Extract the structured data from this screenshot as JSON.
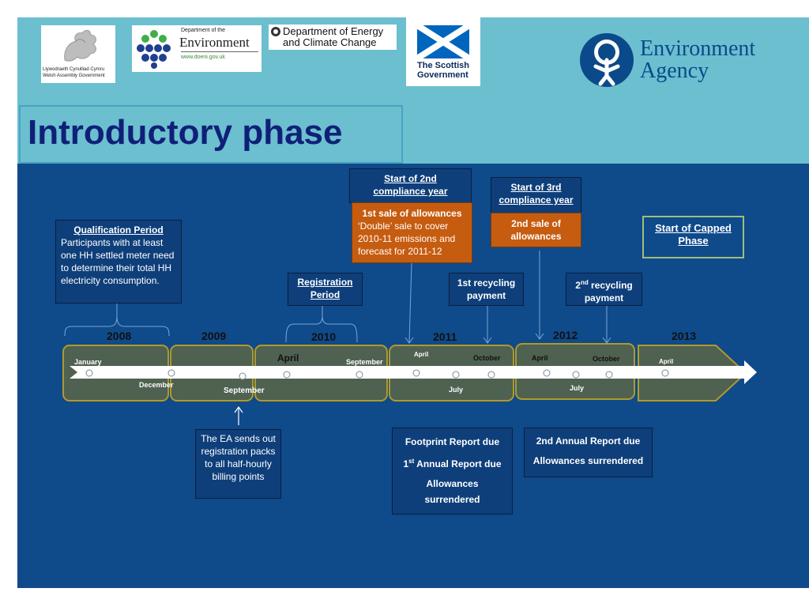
{
  "header": {
    "title": "Introductory phase",
    "logos": {
      "welsh": {
        "line1": "Llywodraeth Cynulliad Cymru",
        "line2": "Welsh Assembly Government"
      },
      "doe": {
        "small": "Department of the",
        "name": "Environment",
        "url": "www.doeni.gov.uk"
      },
      "decc": {
        "line1": "Department of Energy",
        "line2": "and Climate Change"
      },
      "scottish": {
        "line1": "The Scottish",
        "line2": "Government"
      },
      "ea": {
        "line1": "Environment",
        "line2": "Agency"
      }
    }
  },
  "timeline": {
    "years": [
      "2008",
      "2009",
      "2010",
      "2011",
      "2012",
      "2013"
    ],
    "labels": {
      "january": "January",
      "december": "December",
      "september_2009": "September",
      "april_2010": "April",
      "september_2010": "September",
      "april_2011": "April",
      "october_2011": "October",
      "july_2011": "July",
      "april_2012": "April",
      "october_2012": "October",
      "july_2012": "July",
      "april_2013": "April"
    }
  },
  "boxes": {
    "qualification": {
      "title": "Qualification Period",
      "body": "Participants with at least one HH settled meter need to determine their total HH electricity consumption."
    },
    "registration": {
      "line1": "Registration",
      "line2": "Period"
    },
    "second_year": {
      "line1": "Start of 2nd",
      "line2": "compliance year"
    },
    "first_sale": {
      "title": "1st  sale of allowances",
      "body": "‘Double’ sale to cover 2010-11 emissions and forecast for 2011-12"
    },
    "third_year": {
      "line1": "Start of 3rd",
      "line2": "compliance year"
    },
    "second_sale": {
      "line1": "2nd sale of",
      "line2": "allowances"
    },
    "capped": {
      "line1": "Start of Capped",
      "line2": "Phase"
    },
    "recycling1": {
      "line1": "1st recycling",
      "line2": "payment"
    },
    "recycling2": {
      "num": "2",
      "sup": "nd",
      "rest": " recycling",
      "line2": "payment"
    },
    "ea_sends": {
      "text": "The EA sends out registration packs to all half-hourly billing points"
    },
    "footprint": {
      "line1": "Footprint Report due",
      "line2_num": "1",
      "line2_sup": "st",
      "line2_rest": " Annual Report due",
      "line3": "Allowances surrendered"
    },
    "second_report": {
      "line1": "2nd Annual Report due",
      "line2": "Allowances surrendered"
    }
  },
  "colors": {
    "header_bg": "#6bbfcf",
    "slide_bg": "#0f4a8a",
    "title": "#102078",
    "orange_box": "#c65c10",
    "segment_fill": "#4f6150",
    "segment_border": "#b09a2a"
  }
}
